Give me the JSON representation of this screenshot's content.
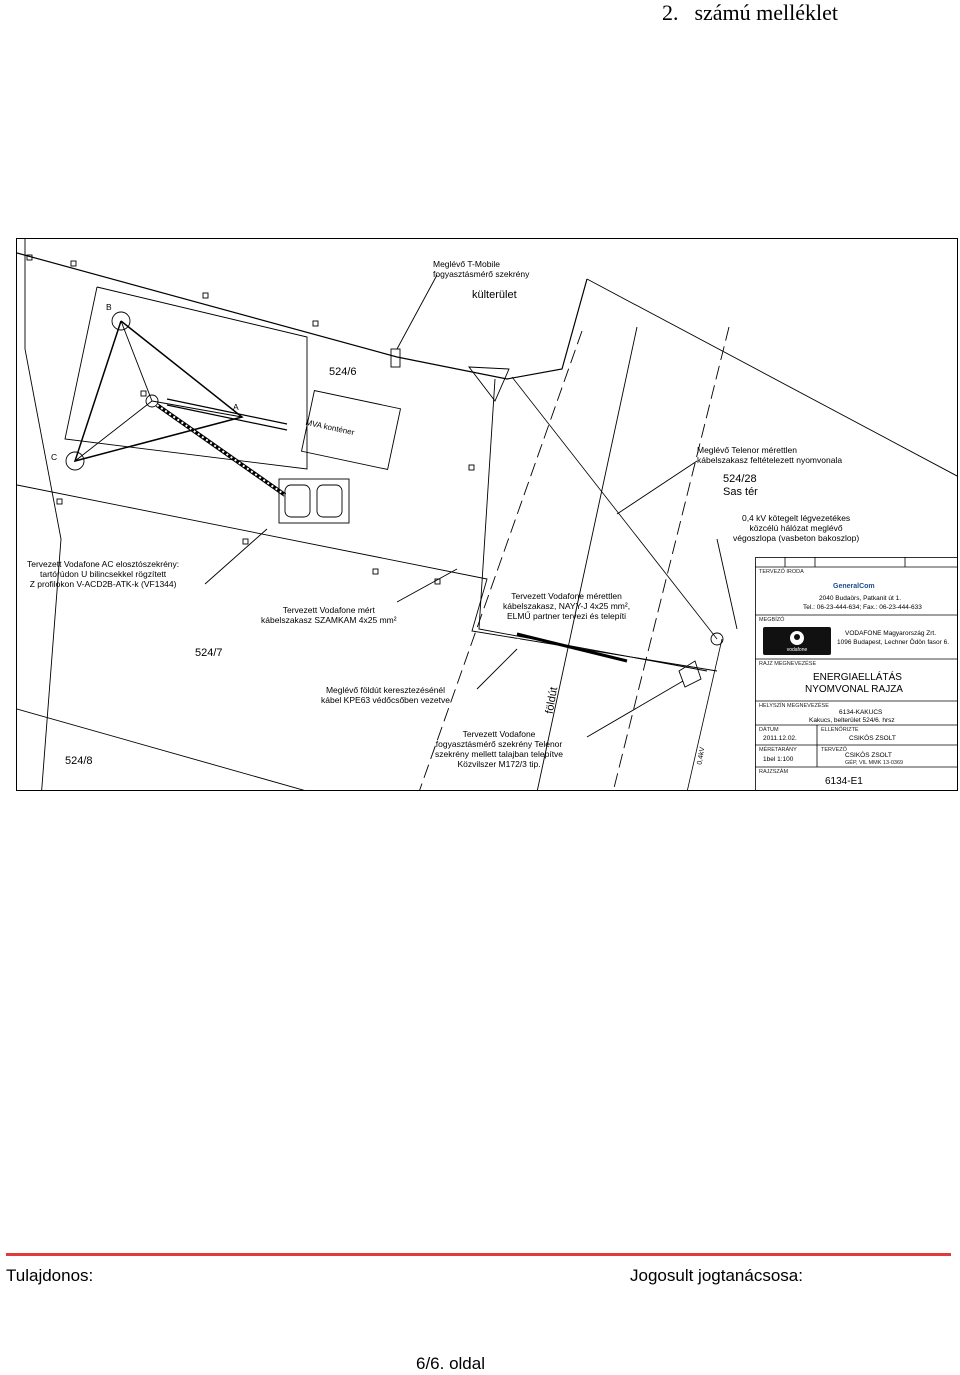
{
  "header": {
    "annex_number": "2.",
    "annex_label": "számú melléklet"
  },
  "drawing": {
    "labels": {
      "tmobile_1": "Meglévő T-Mobile",
      "tmobile_2": "fogyasztásmérő szekrény",
      "kulterulet": "külterület",
      "parcel_524_6": "524/6",
      "mva": "MVA konténer",
      "mark_b": "B",
      "mark_a": "A",
      "mark_c": "C",
      "telenor_1": "Meglévő Telenor mérettlen",
      "telenor_2": "kábelszakasz feltételezett nyomvonala",
      "parcel_524_28": "524/28",
      "sas_ter": "Sas tér",
      "kv_1": "0,4 kV kötegelt légvezetékes",
      "kv_2": "közcélú hálózat meglévő",
      "kv_3": "végoszlopa (vasbeton bakoszlop)",
      "ac_1": "Tervezett Vodafone AC elosztószekrény:",
      "ac_2": "tartórúdon U bilincsekkel rögzített",
      "ac_3": "Z profilokon V-ACD2B-ATK-k (VF1344)",
      "mert_1": "Tervezett Vodafone mért",
      "mert_2": "kábelszakasz SZAMKAM 4x25 mm²",
      "merettlen_1": "Tervezett Vodafone mérettlen",
      "merettlen_2": "kábelszakasz, NAYY-J 4x25 mm²,",
      "merettlen_3": "ELMŰ partner tervezi és telepíti",
      "parcel_524_7": "524/7",
      "foldut_1": "Meglévő földút keresztezésénél",
      "foldut_2": "kábel KPE63 védőcsőben vezetve",
      "foldut_road": "földút",
      "fogy_1": "Tervezett Vodafone",
      "fogy_2": "fogyasztásmérő szekrény Telenor",
      "fogy_3": "szekrény mellett talajban telepítve",
      "fogy_4": "Közvilszer M172/3 tip.",
      "parcel_524_8": "524/8",
      "line_04kv": "0,4kV"
    },
    "title_block": {
      "designer_caption": "TERVEZŐ IRODA",
      "designer_logo": "GeneralCom",
      "designer_addr_1": "2040 Budaörs, Patkanit út 1.",
      "designer_addr_2": "Tel.: 06-23-444-634;  Fax.: 06-23-444-633",
      "client_caption": "MEGBÍZÓ",
      "client_logo_text": "vodafone",
      "client_name": "VODAFONE Magyarország Zrt.",
      "client_addr": "1096 Budapest, Lechner Ödön fasor 6.",
      "drawing_caption": "RAJZ MEGNEVEZÉSE",
      "title_1": "ENERGIAELLÁTÁS",
      "title_2": "NYOMVONAL RAJZA",
      "site_caption": "HELYSZÍN MEGNEVEZÉSE",
      "site_1": "6134-KAKUCS",
      "site_2": "Kakucs, belterület 524/6. hrsz",
      "date_caption": "DÁTUM",
      "date": "2011.12.02.",
      "checked_caption": "ELLENŐRIZTE",
      "checked": "CSIKÓS ZSOLT",
      "scale_caption": "MÉRETARÁNY",
      "scale": "1bel 1:100",
      "author_caption": "TERVEZŐ",
      "author_1": "CSIKÓS ZSOLT",
      "author_2": "GÉP, VIL MMK 13-0369",
      "no_caption": "RAJZSZÁM",
      "drawing_no": "6134-E1"
    }
  },
  "footer": {
    "owner_label": "Tulajdonos:",
    "counsel_label": "Jogosult jogtanácsosa:",
    "page": "6/6. oldal"
  },
  "colors": {
    "rule": "#e23a3a",
    "ink": "#000000"
  }
}
